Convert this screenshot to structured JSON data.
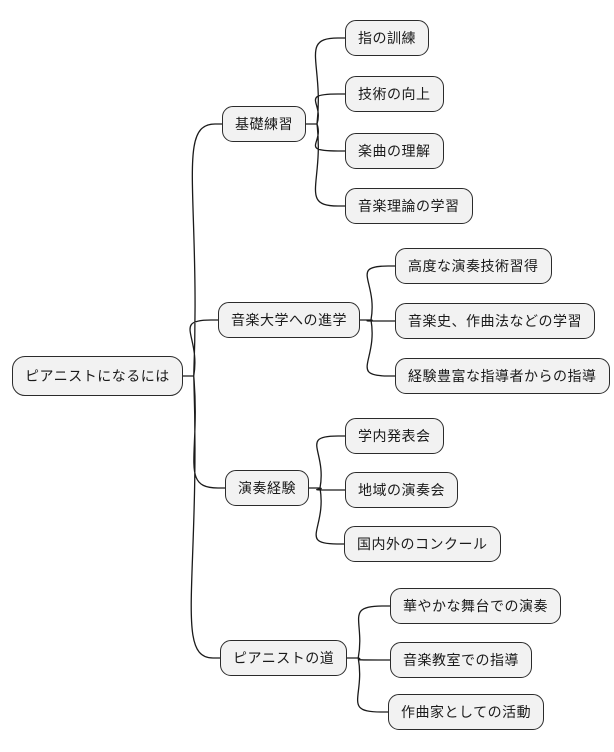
{
  "mindmap": {
    "title": "ピアニストになるには",
    "colors": {
      "node_fill": "#f2f2f2",
      "node_border": "#2b2b2b",
      "line": "#1a1a1a",
      "text": "#1a1a1a",
      "background": "#ffffff"
    },
    "root": {
      "label": "ピアニストになるには"
    },
    "branches": [
      {
        "label": "基礎練習",
        "children": [
          {
            "label": "指の訓練"
          },
          {
            "label": "技術の向上"
          },
          {
            "label": "楽曲の理解"
          },
          {
            "label": "音楽理論の学習"
          }
        ]
      },
      {
        "label": "音楽大学への進学",
        "children": [
          {
            "label": "高度な演奏技術習得"
          },
          {
            "label": "音楽史、作曲法などの学習"
          },
          {
            "label": "経験豊富な指導者からの指導"
          }
        ]
      },
      {
        "label": "演奏経験",
        "children": [
          {
            "label": "学内発表会"
          },
          {
            "label": "地域の演奏会"
          },
          {
            "label": "国内外のコンクール"
          }
        ]
      },
      {
        "label": "ピアニストの道",
        "children": [
          {
            "label": "華やかな舞台での演奏"
          },
          {
            "label": "音楽教室での指導"
          },
          {
            "label": "作曲家としての活動"
          }
        ]
      }
    ]
  }
}
